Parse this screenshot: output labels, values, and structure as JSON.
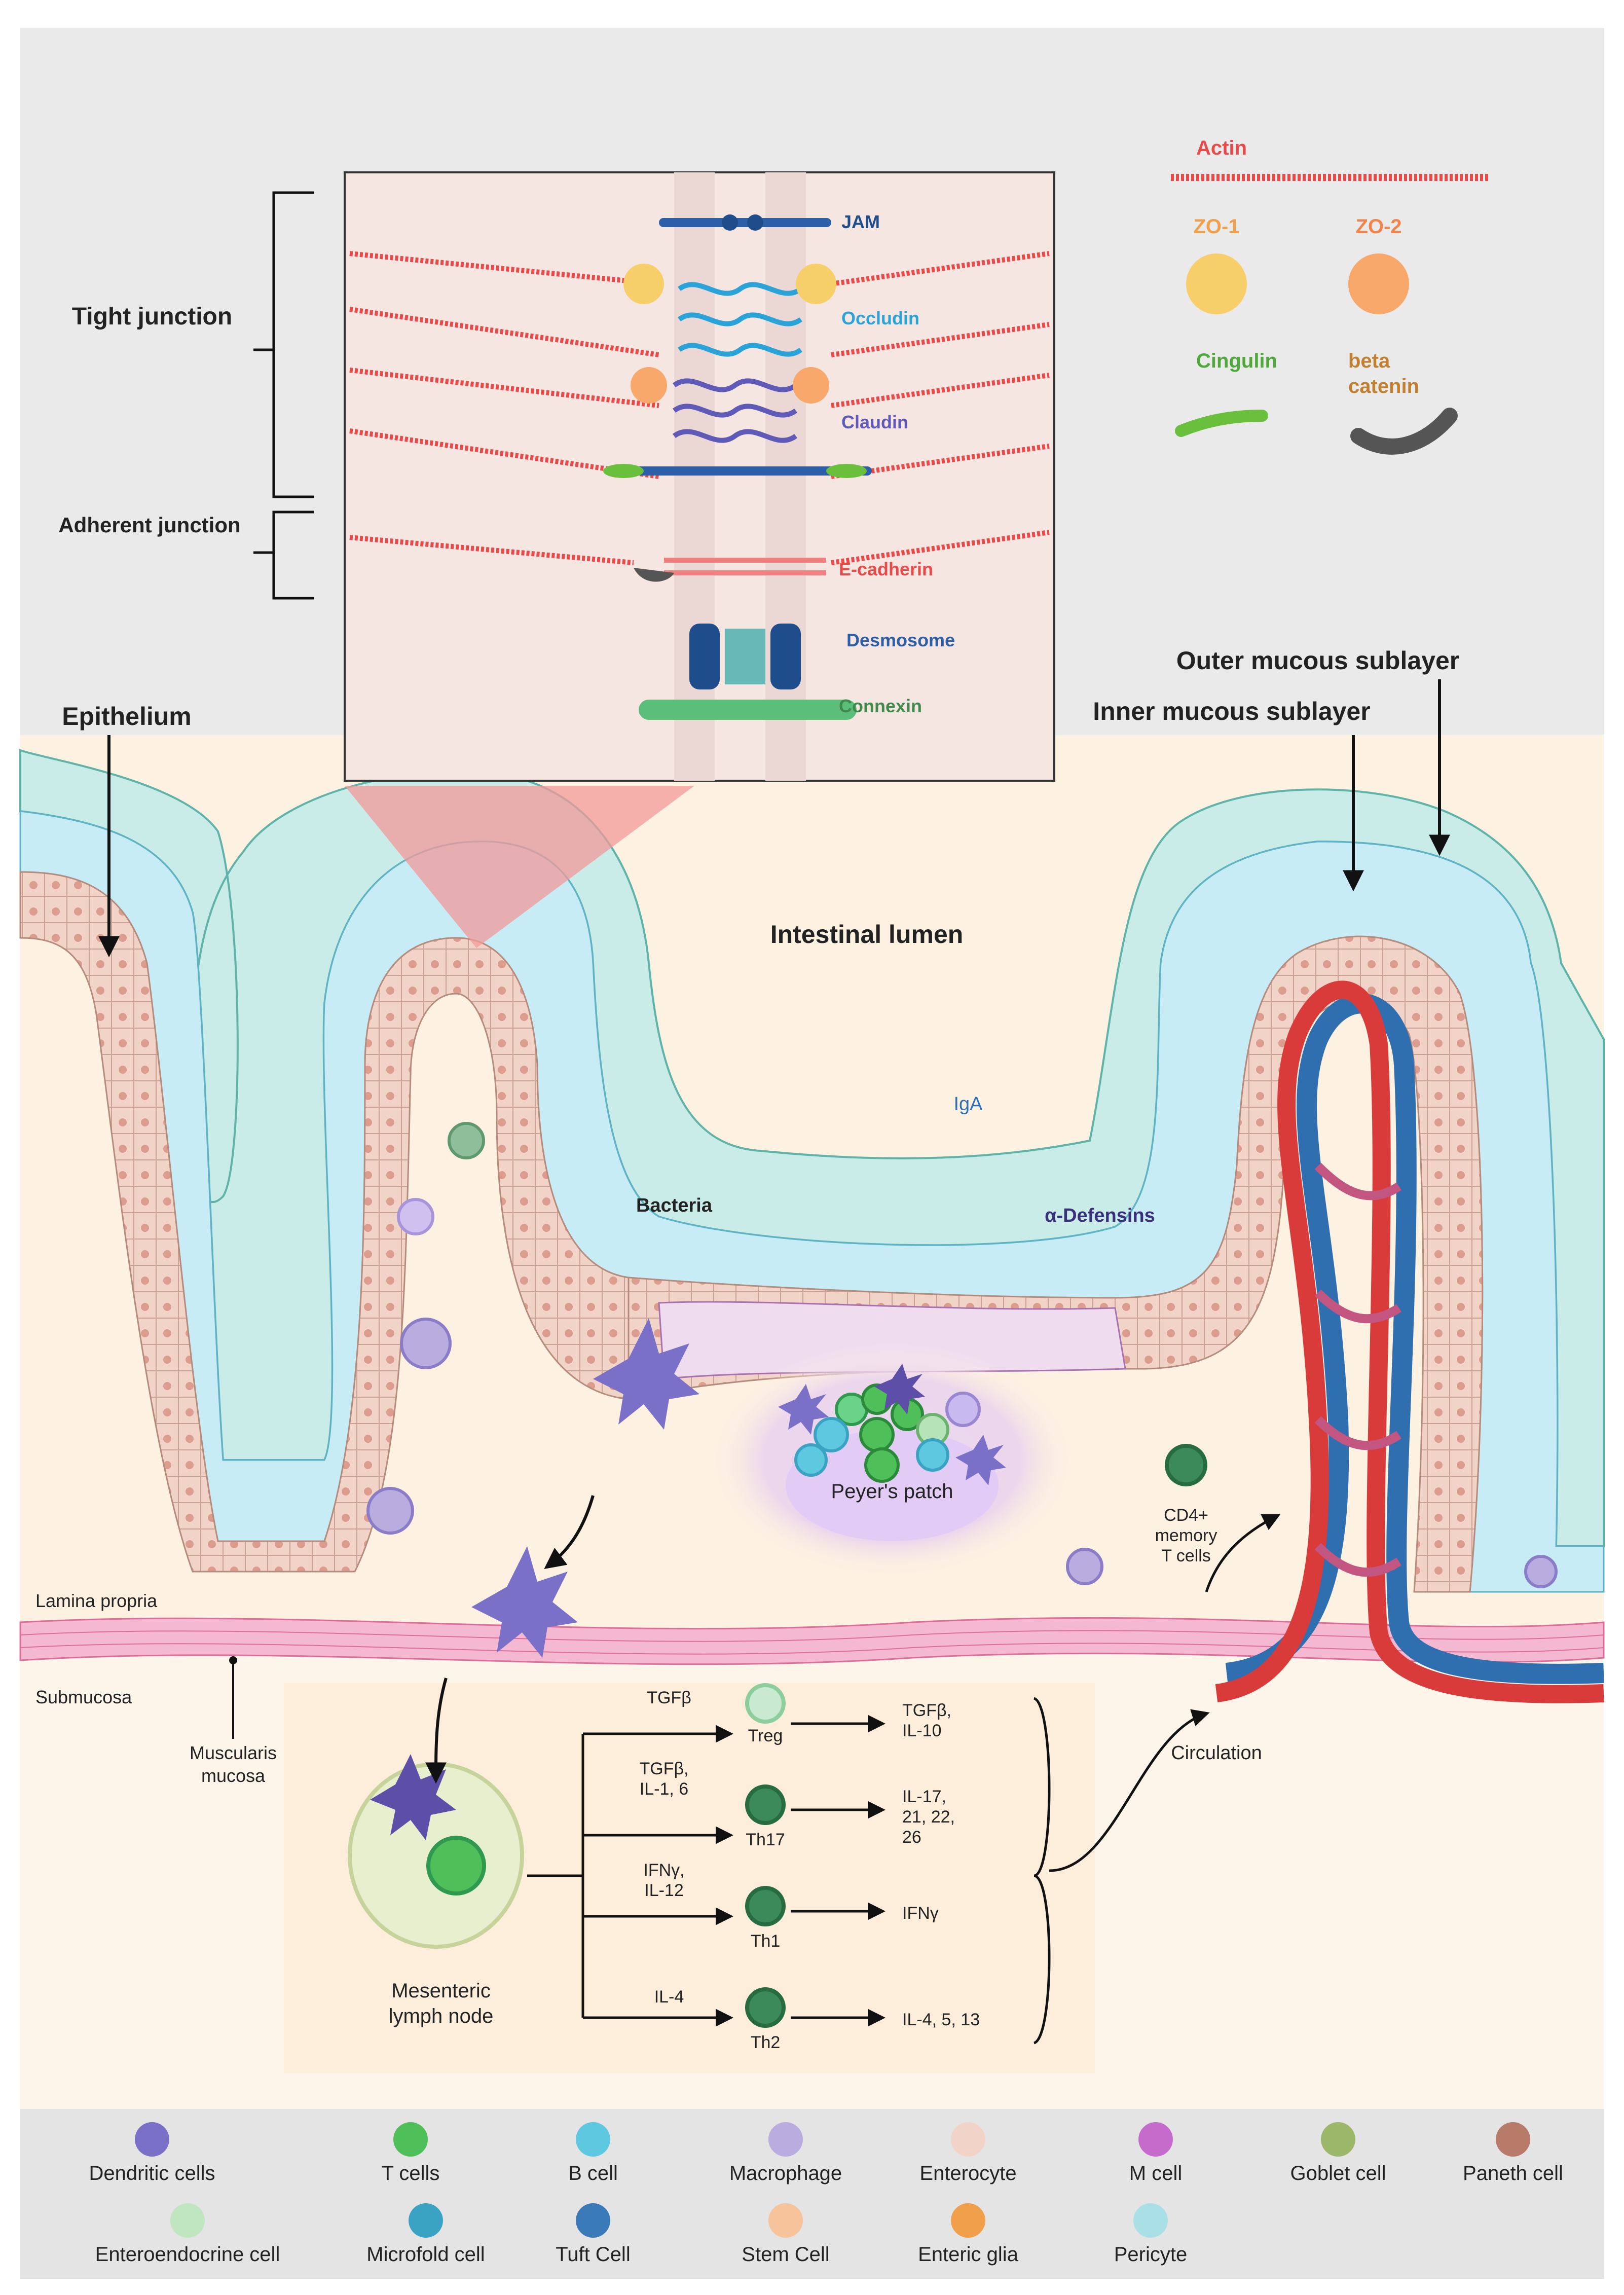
{
  "labels": {
    "tight_junction": "Tight junction",
    "adherent_junction": "Adherent junction",
    "epithelium": "Epithelium",
    "outer_mucous": "Outer mucous sublayer",
    "inner_mucous": "Inner mucous sublayer",
    "intestinal_lumen": "Intestinal lumen",
    "bacteria": "Bacteria",
    "iga": "IgA",
    "defensins": "α-Defensins",
    "peyers_patch": "Peyer's patch",
    "cd4_line1": "CD4+",
    "cd4_line2": "memory",
    "cd4_line3": "T cells",
    "lamina_propria": "Lamina propria",
    "submucosa": "Submucosa",
    "muscularis_line1": "Muscularis",
    "muscularis_line2": "mucosa",
    "mln_line1": "Mesenteric",
    "mln_line2": "lymph node",
    "circulation": "Circulation"
  },
  "inset": {
    "jam": "JAM",
    "occludin": "Occludin",
    "claudin": "Claudin",
    "ecadherin": "E-cadherin",
    "desmosome": "Desmosome",
    "connexin": "Connexin"
  },
  "key": {
    "actin": "Actin",
    "zo1": "ZO-1",
    "zo2": "ZO-2",
    "cingulin": "Cingulin",
    "beta_line1": "beta",
    "beta_line2": "catenin"
  },
  "differentiation": {
    "treg": {
      "input": [
        "TGFβ"
      ],
      "cell": "Treg",
      "output": [
        "TGFβ,",
        "IL-10"
      ]
    },
    "th17": {
      "input": [
        "TGFβ,",
        "IL-1, 6"
      ],
      "cell": "Th17",
      "output": [
        "IL-17,",
        "21, 22,",
        "26"
      ]
    },
    "th1": {
      "input": [
        "IFNγ,",
        "IL-12"
      ],
      "cell": "Th1",
      "output": [
        "IFNγ"
      ]
    },
    "th2": {
      "input": [
        "IL-4"
      ],
      "cell": "Th2",
      "output": [
        "IL-4, 5, 13"
      ]
    }
  },
  "legend": [
    {
      "name": "Dendritic cells",
      "icon": "dendritic-icon"
    },
    {
      "name": "T cells",
      "icon": "t-cell-icon"
    },
    {
      "name": "B cell",
      "icon": "b-cell-icon"
    },
    {
      "name": "Macrophage",
      "icon": "macrophage-icon"
    },
    {
      "name": "Enterocyte",
      "icon": "enterocyte-icon"
    },
    {
      "name": "M cell",
      "icon": "m-cell-icon"
    },
    {
      "name": "Goblet cell",
      "icon": "goblet-icon"
    },
    {
      "name": "Paneth cell",
      "icon": "paneth-icon"
    },
    {
      "name": "Enteroendocrine cell",
      "icon": "enteroendocrine-icon"
    },
    {
      "name": "Microfold cell",
      "icon": "microfold-icon"
    },
    {
      "name": "Tuft Cell",
      "icon": "tuft-icon"
    },
    {
      "name": "Stem Cell",
      "icon": "stem-icon"
    },
    {
      "name": "Enteric glia",
      "icon": "glia-icon"
    },
    {
      "name": "Pericyte",
      "icon": "pericyte-icon"
    }
  ],
  "colors": {
    "mucus_outer": "#c9ece8",
    "mucus_inner": "#c8ecf5",
    "lamina": "#fdf1e2",
    "actin": "#e84a4a",
    "artery": "#d93b3b",
    "vein": "#2f6fb0",
    "dendritic": "#7b70c8",
    "tcell": "#4fbf5a"
  }
}
